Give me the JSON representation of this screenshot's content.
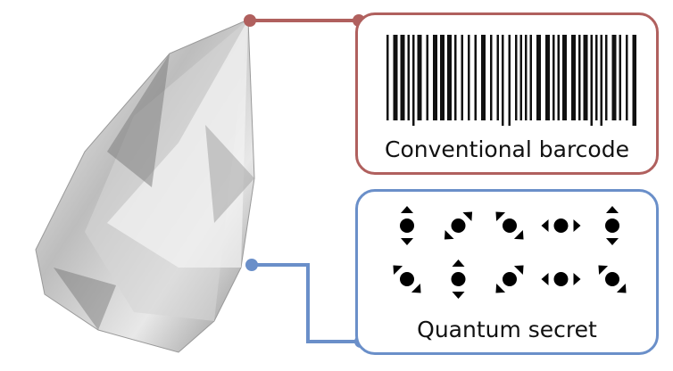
{
  "barcode_box": {
    "label": "Conventional barcode",
    "color": "#b0605e"
  },
  "quantum_box": {
    "label": "Quantum secret",
    "color": "#6a8fc9",
    "states": [
      [
        "vertical",
        "diagonal-right",
        "diagonal-left",
        "horizontal",
        "vertical"
      ],
      [
        "diagonal-left",
        "vertical",
        "diagonal-right",
        "horizontal",
        "diagonal-left"
      ]
    ]
  }
}
